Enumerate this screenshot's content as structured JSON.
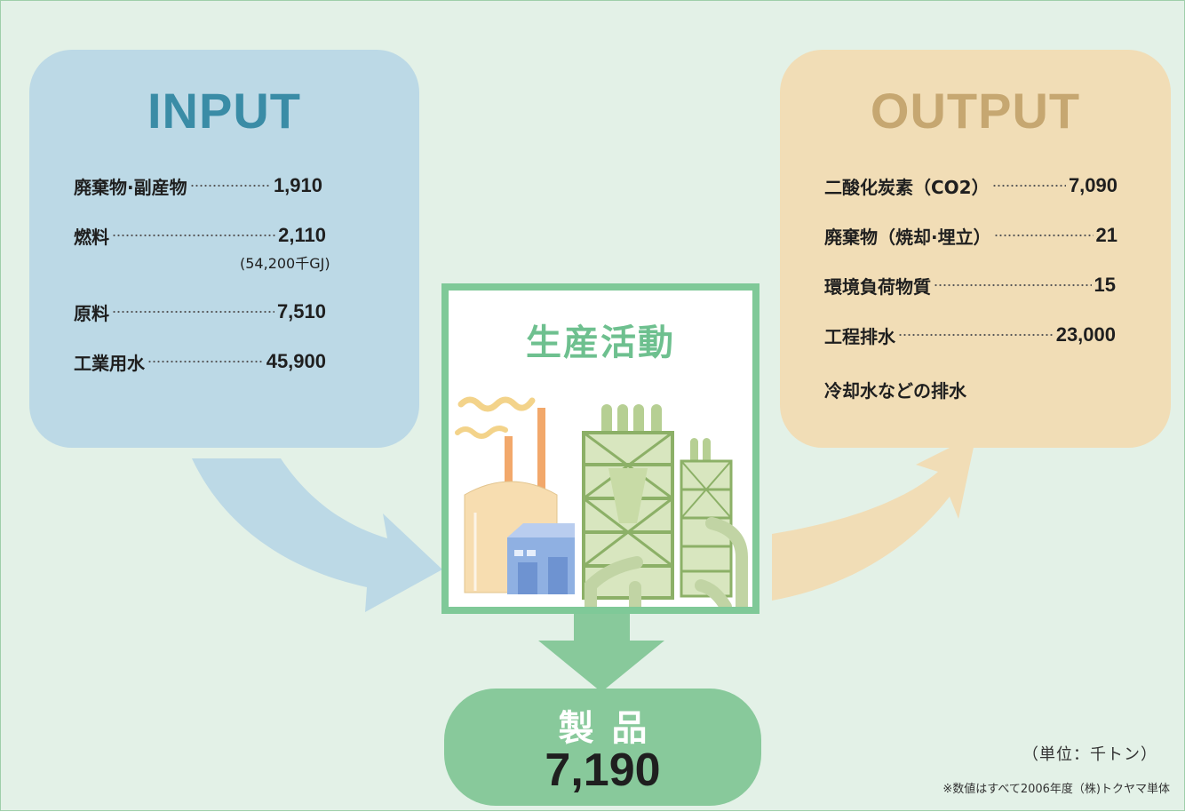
{
  "input": {
    "title": "INPUT",
    "items": [
      {
        "label": "廃棄物·副産物",
        "value": "1,910"
      },
      {
        "label": "燃料",
        "value": "2,110",
        "sub": "(54,200千GJ)"
      },
      {
        "label": "原料",
        "value": "7,510"
      },
      {
        "label": "工業用水",
        "value": "45,900"
      }
    ]
  },
  "output": {
    "title": "OUTPUT",
    "items": [
      {
        "label": "二酸化炭素（CO2）",
        "value": "7,090"
      },
      {
        "label": "廃棄物（焼却·埋立）",
        "value": "21"
      },
      {
        "label": "環境負荷物質",
        "value": "15"
      },
      {
        "label": "工程排水",
        "value": "23,000"
      },
      {
        "label": "冷却水などの排水"
      }
    ]
  },
  "center": {
    "title": "生産活動"
  },
  "product": {
    "label": "製品",
    "value": "7,190"
  },
  "unit_note": "（単位：千トン）",
  "footnote": "※数値はすべて2006年度（株)トクヤマ単体",
  "colors": {
    "background": "#e3f1e7",
    "input_box": "#bcd9e6",
    "input_title": "#3a8ca6",
    "output_box": "#f1ddb6",
    "output_title": "#c6a771",
    "center_border": "#7fc998",
    "product_box": "#88c99b"
  }
}
